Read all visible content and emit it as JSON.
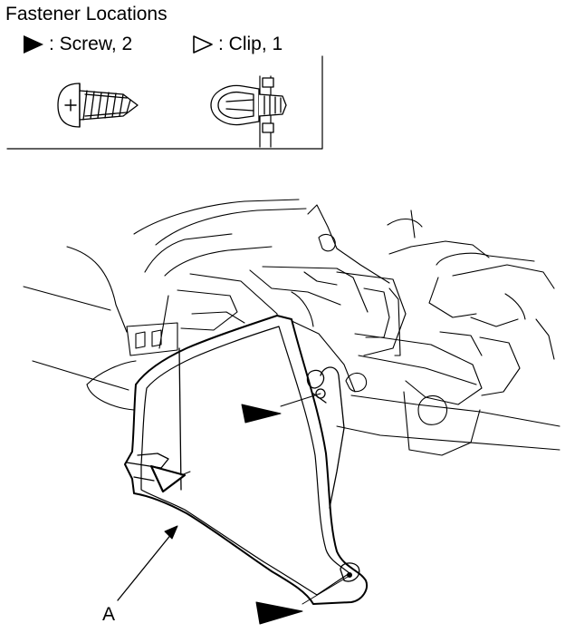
{
  "title": "Fastener Locations",
  "legend": {
    "screw": {
      "icon": "filled-triangle-icon",
      "label": ": Screw, 2"
    },
    "clip": {
      "icon": "outline-triangle-icon",
      "label": ": Clip, 1"
    }
  },
  "callouts": {
    "part_a": "A"
  },
  "colors": {
    "ink": "#000000",
    "paper": "#ffffff"
  }
}
